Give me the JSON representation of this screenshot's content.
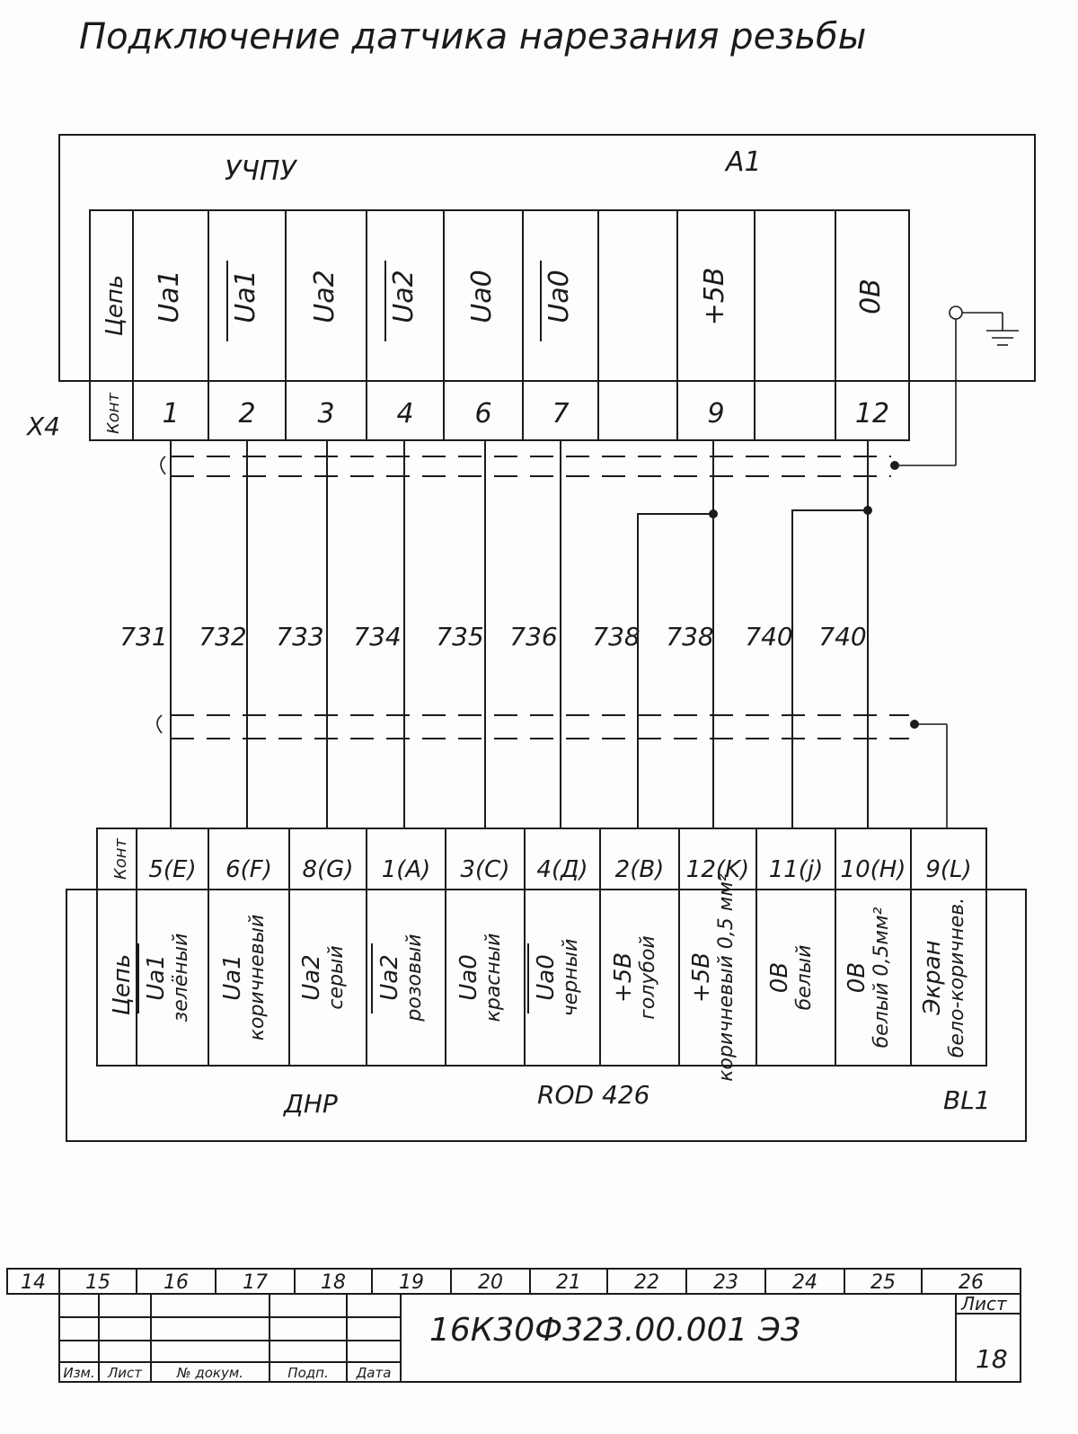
{
  "title": "Подключение датчика нарезания резьбы",
  "upper_block": {
    "name": "УЧПУ",
    "designator": "А1",
    "row_labels": {
      "circuit": "Цепь",
      "contact": "Конт"
    },
    "connector": "Х4",
    "columns": [
      {
        "signal": "Ua1",
        "overline": false,
        "contact": "1"
      },
      {
        "signal": "Ua1",
        "overline": true,
        "contact": "2"
      },
      {
        "signal": "Ua2",
        "overline": false,
        "contact": "3"
      },
      {
        "signal": "Ua2",
        "overline": true,
        "contact": "4"
      },
      {
        "signal": "Ua0",
        "overline": false,
        "contact": "6"
      },
      {
        "signal": "Ua0",
        "overline": true,
        "contact": "7"
      },
      {
        "signal": "",
        "overline": false,
        "contact": ""
      },
      {
        "signal": "+5B",
        "overline": false,
        "contact": "9"
      },
      {
        "signal": "",
        "overline": false,
        "contact": ""
      },
      {
        "signal": "0B",
        "overline": false,
        "contact": "12"
      }
    ]
  },
  "wires": [
    "731",
    "732",
    "733",
    "734",
    "735",
    "736",
    "738",
    "738",
    "740",
    "740"
  ],
  "lower_block": {
    "name": "ДНР",
    "model": "ROD 426",
    "designator": "BL1",
    "row_labels": {
      "circuit": "Цепь",
      "contact": "Конт"
    },
    "columns": [
      {
        "contact": "5(E)",
        "signal": "Ua1",
        "overline": true,
        "color": "зелёный"
      },
      {
        "contact": "6(F)",
        "signal": "Ua1",
        "overline": false,
        "color": "коричневый"
      },
      {
        "contact": "8(G)",
        "signal": "Ua2",
        "overline": false,
        "color": "серый"
      },
      {
        "contact": "1(A)",
        "signal": "Ua2",
        "overline": true,
        "color": "розовый"
      },
      {
        "contact": "3(C)",
        "signal": "Ua0",
        "overline": false,
        "color": "красный"
      },
      {
        "contact": "4(Д)",
        "signal": "Ua0",
        "overline": true,
        "color": "черный"
      },
      {
        "contact": "2(B)",
        "signal": "+5B",
        "overline": false,
        "color": "голубой"
      },
      {
        "contact": "12(K)",
        "signal": "+5B",
        "overline": false,
        "color": "коричневый 0,5 мм²"
      },
      {
        "contact": "11(j)",
        "signal": "0B",
        "overline": false,
        "color": "белый"
      },
      {
        "contact": "10(H)",
        "signal": "0B",
        "overline": false,
        "color": "белый 0,5мм²"
      },
      {
        "contact": "9(L)",
        "signal": "Экран",
        "overline": false,
        "color": "бело-коричнев."
      }
    ]
  },
  "title_block": {
    "zone_numbers": [
      "14",
      "15",
      "16",
      "17",
      "18",
      "19",
      "20",
      "21",
      "22",
      "23",
      "24",
      "25",
      "26"
    ],
    "doc_number": "16К30Ф323.00.001 Э3",
    "sheet_label": "Лист",
    "sheet_number": "18",
    "columns": [
      "Изм.",
      "Лист",
      "№ докум.",
      "Подп.",
      "Дата"
    ]
  }
}
